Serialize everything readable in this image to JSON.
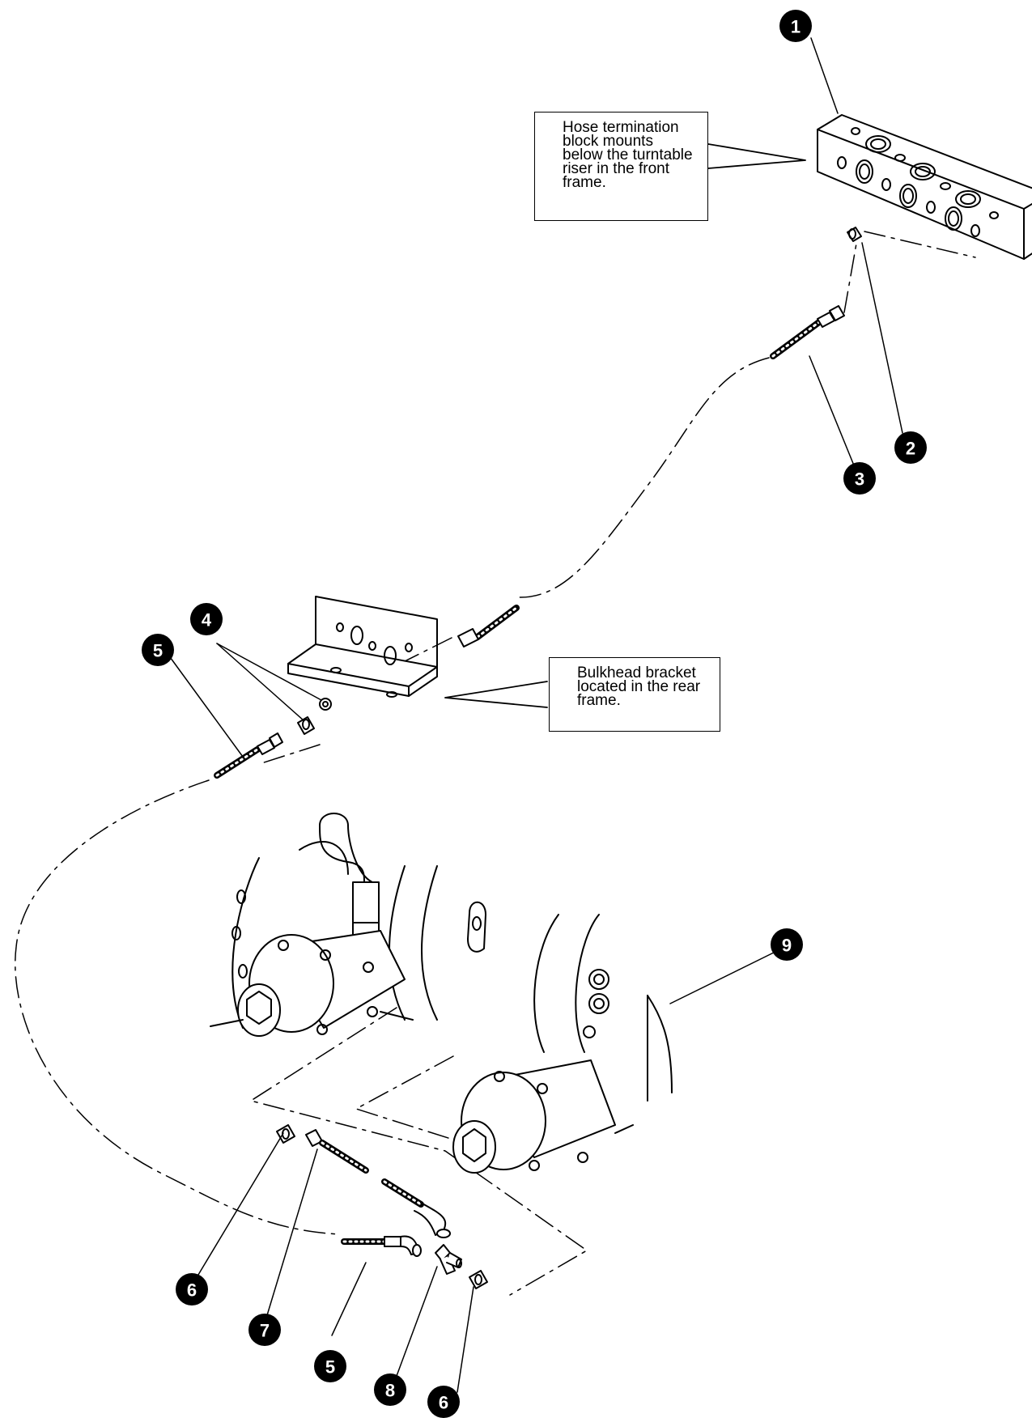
{
  "callouts": {
    "termination_block": {
      "lines": [
        "Hose termination",
        "block mounts",
        "below the turntable",
        "riser in the front",
        "frame."
      ]
    },
    "bulkhead_bracket": {
      "lines": [
        "Bulkhead bracket",
        "located in the rear",
        "frame."
      ]
    }
  },
  "item_numbers": [
    "1",
    "2",
    "3",
    "4",
    "5",
    "6",
    "7",
    "5",
    "8",
    "6",
    "9"
  ]
}
